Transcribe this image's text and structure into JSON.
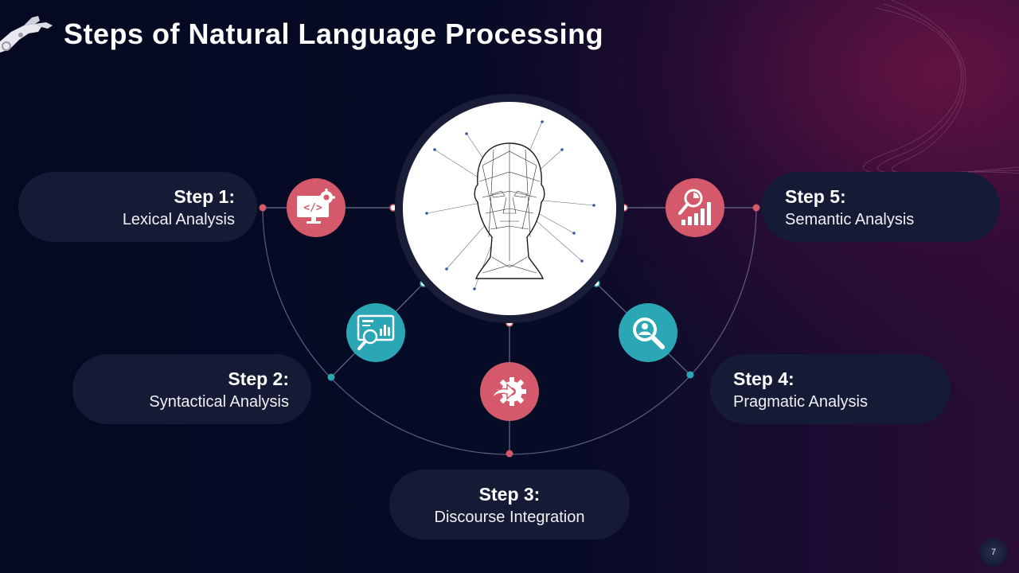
{
  "slide": {
    "title": "Steps of Natural Language Processing",
    "page_number": "7"
  },
  "steps": [
    {
      "step": "Step 1:",
      "name": "Lexical Analysis",
      "icon": "code-monitor-gear-icon",
      "color": "#d45a6b"
    },
    {
      "step": "Step 2:",
      "name": "Syntactical Analysis",
      "icon": "analytics-dashboard-magnifier-icon",
      "color": "#2aa6b4"
    },
    {
      "step": "Step 3:",
      "name": "Discourse Integration",
      "icon": "gear-arrow-icon",
      "color": "#d45a6b"
    },
    {
      "step": "Step 4:",
      "name": "Pragmatic Analysis",
      "icon": "user-magnifier-icon",
      "color": "#2aa6b4"
    },
    {
      "step": "Step 5:",
      "name": "Semantic Analysis",
      "icon": "chart-magnifier-icon",
      "color": "#d45a6b"
    }
  ],
  "center_image": {
    "icon": "wireframe-human-head-icon"
  },
  "decorations": {
    "top_left": "robot-hand-icon"
  }
}
